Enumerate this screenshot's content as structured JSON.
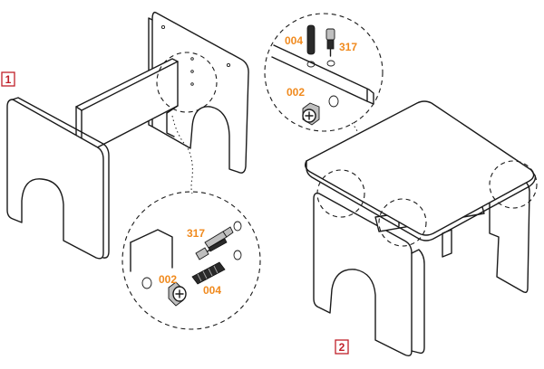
{
  "colors": {
    "part_label": "#f08a1e",
    "step_label": "#c0202a",
    "line": "#1a1a1a"
  },
  "steps": [
    {
      "number": "1"
    },
    {
      "number": "2"
    }
  ],
  "callouts": {
    "step1": {
      "bolt": "317",
      "cam": "002",
      "dowel": "004"
    },
    "step2": {
      "dowel": "004",
      "bolt": "317",
      "cam": "002"
    }
  }
}
